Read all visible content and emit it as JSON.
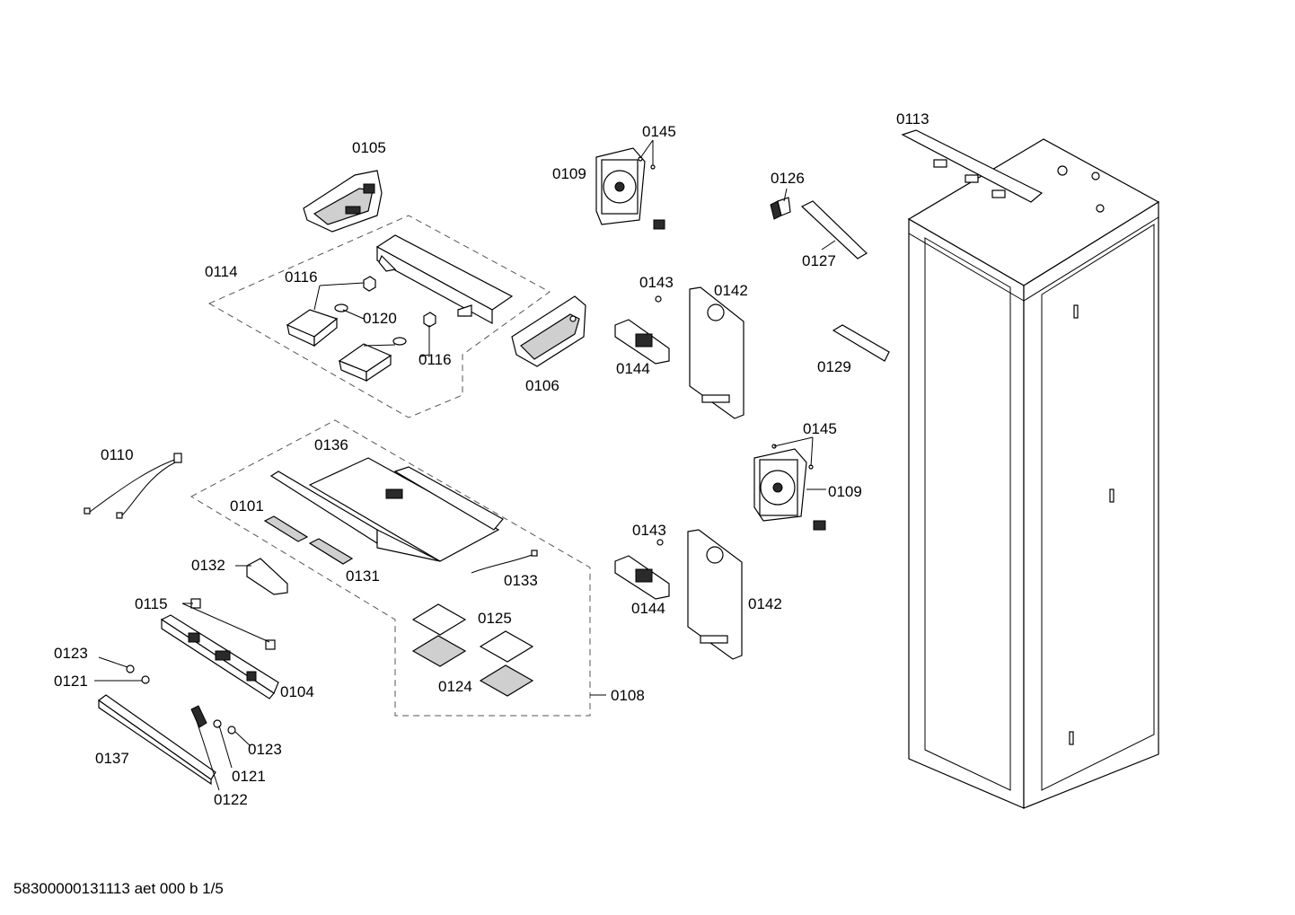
{
  "diagram": {
    "labels": [
      {
        "id": "l0105",
        "text": "0105"
      },
      {
        "id": "l0114",
        "text": "0114"
      },
      {
        "id": "l0116a",
        "text": "0116"
      },
      {
        "id": "l0120",
        "text": "0120"
      },
      {
        "id": "l0116b",
        "text": "0116"
      },
      {
        "id": "l0106",
        "text": "0106"
      },
      {
        "id": "l0145a",
        "text": "0145"
      },
      {
        "id": "l0109a",
        "text": "0109"
      },
      {
        "id": "l0126",
        "text": "0126"
      },
      {
        "id": "l0127",
        "text": "0127"
      },
      {
        "id": "l0113",
        "text": "0113"
      },
      {
        "id": "l0143a",
        "text": "0143"
      },
      {
        "id": "l0142a",
        "text": "0142"
      },
      {
        "id": "l0144a",
        "text": "0144"
      },
      {
        "id": "l0129",
        "text": "0129"
      },
      {
        "id": "l0145b",
        "text": "0145"
      },
      {
        "id": "l0109b",
        "text": "0109"
      },
      {
        "id": "l0110",
        "text": "0110"
      },
      {
        "id": "l0136",
        "text": "0136"
      },
      {
        "id": "l0101",
        "text": "0101"
      },
      {
        "id": "l0132",
        "text": "0132"
      },
      {
        "id": "l0131",
        "text": "0131"
      },
      {
        "id": "l0133",
        "text": "0133"
      },
      {
        "id": "l0143b",
        "text": "0143"
      },
      {
        "id": "l0144b",
        "text": "0144"
      },
      {
        "id": "l0142b",
        "text": "0142"
      },
      {
        "id": "l0115",
        "text": "0115"
      },
      {
        "id": "l0125",
        "text": "0125"
      },
      {
        "id": "l0123a",
        "text": "0123"
      },
      {
        "id": "l0121a",
        "text": "0121"
      },
      {
        "id": "l0104",
        "text": "0104"
      },
      {
        "id": "l0124",
        "text": "0124"
      },
      {
        "id": "l0108",
        "text": "0108"
      },
      {
        "id": "l0137",
        "text": "0137"
      },
      {
        "id": "l0123b",
        "text": "0123"
      },
      {
        "id": "l0121b",
        "text": "0121"
      },
      {
        "id": "l0122",
        "text": "0122"
      }
    ]
  },
  "footer": {
    "text": "58300000131113 aet 000 b 1/5"
  }
}
